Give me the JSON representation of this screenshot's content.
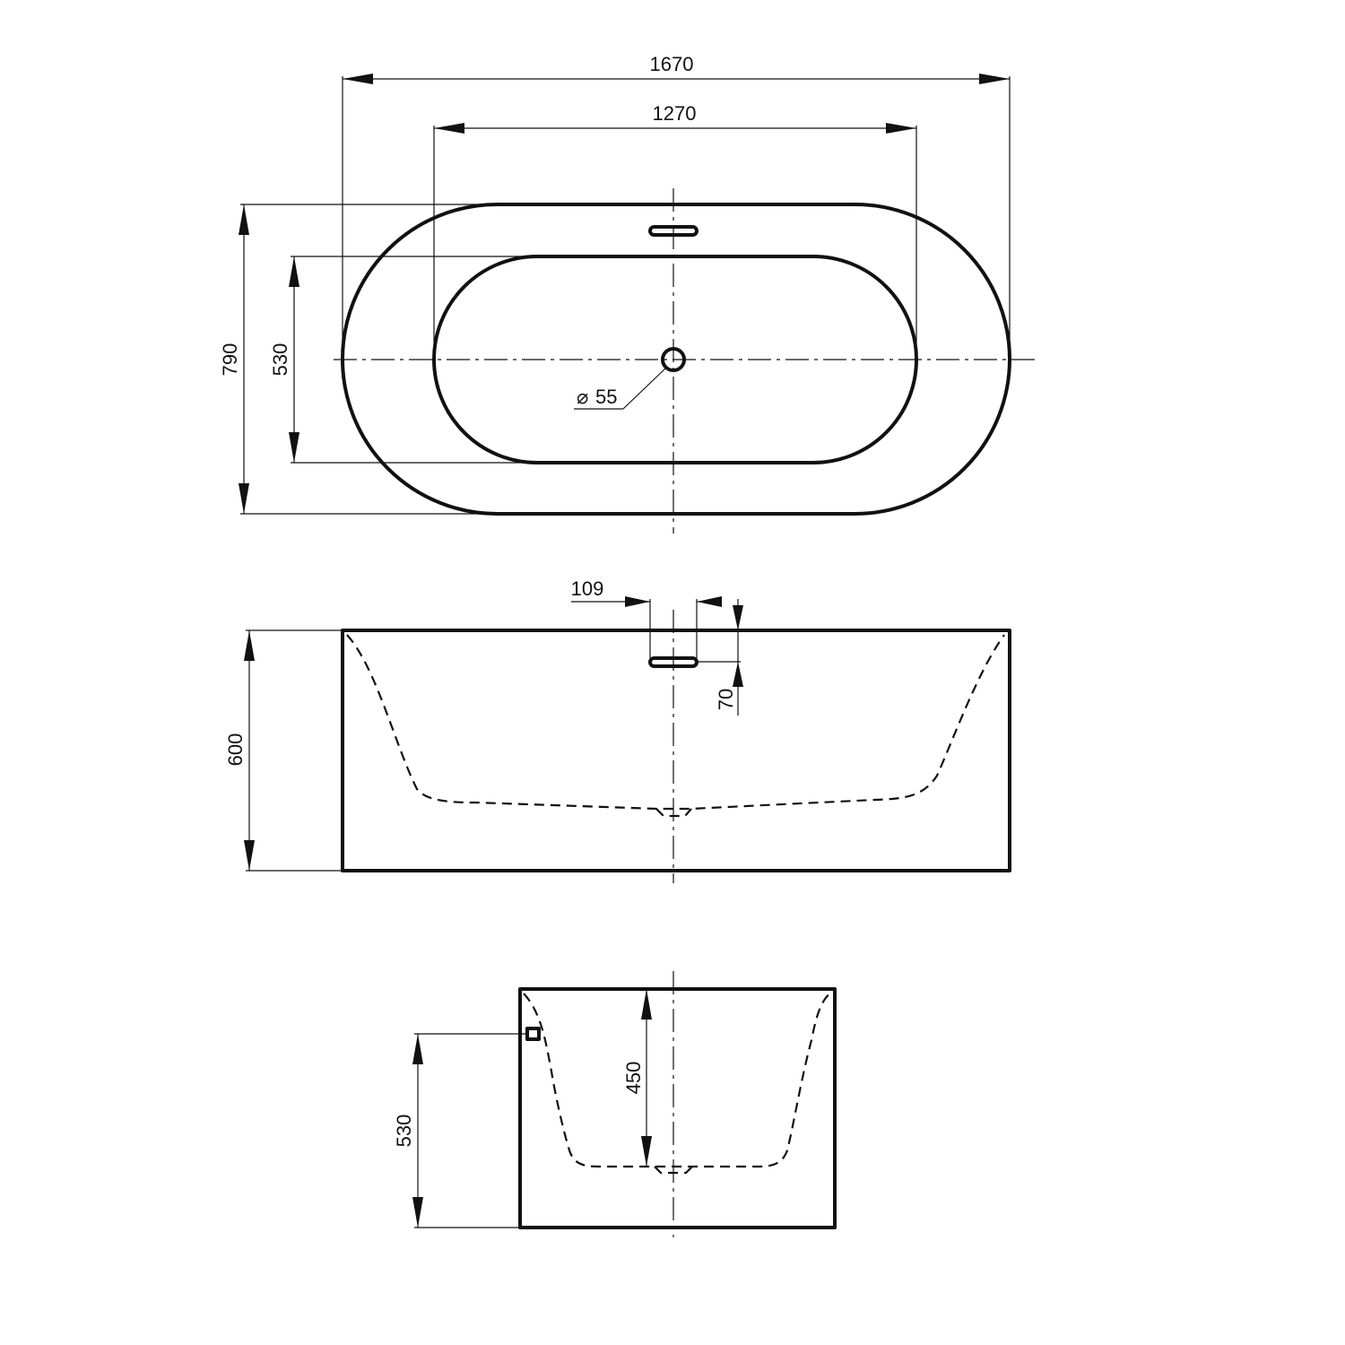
{
  "top_view": {
    "dim_length_overall": "1670",
    "dim_length_inner": "1270",
    "dim_width_overall": "790",
    "dim_width_inner": "530",
    "dim_drain_symbol": "⌀",
    "dim_drain_diameter": "55"
  },
  "front_view": {
    "dim_overflow_width": "109",
    "dim_overflow_offset": "70",
    "dim_height": "600"
  },
  "side_view": {
    "dim_depth": "450",
    "dim_overflow_height": "530"
  }
}
